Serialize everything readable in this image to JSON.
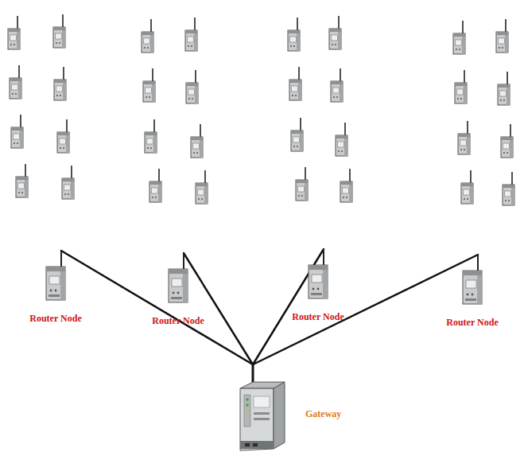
{
  "diagram": {
    "nodes": [
      {
        "text": [
          "Router Node"
        ]
      },
      {
        "text": [
          "Router Node"
        ]
      },
      {
        "text": [
          "Router Node"
        ]
      },
      {
        "text": [
          "Router Node"
        ]
      },
      {
        "text": [
          "Gateway"
        ]
      }
    ],
    "edges": [
      {
        "from": 0,
        "to": 4,
        "arrow": "none"
      },
      {
        "from": 1,
        "to": 4,
        "arrow": "none"
      },
      {
        "from": 2,
        "to": 4,
        "arrow": "none"
      },
      {
        "from": 3,
        "to": 4,
        "arrow": "none"
      }
    ]
  }
}
